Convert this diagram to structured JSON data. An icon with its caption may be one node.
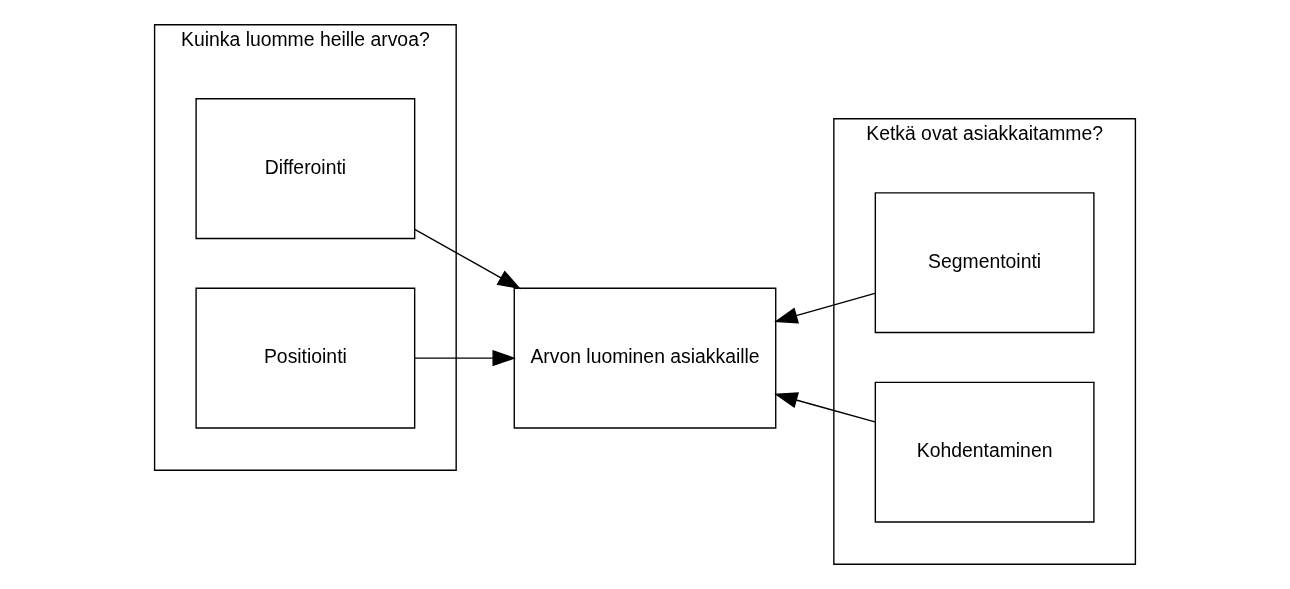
{
  "diagram": {
    "nodes": [
      {
        "text": [
          "Kuinka luomme heille arvoa?"
        ]
      },
      {
        "text": [
          "Differointi"
        ],
        "in": 0
      },
      {
        "text": [
          "Positiointi"
        ],
        "in": 0
      },
      {
        "text": [
          "Arvon luominen asiakkaille"
        ]
      },
      {
        "text": [
          "Ketkä ovat asiakkaitamme?"
        ]
      },
      {
        "text": [
          "Segmentointi"
        ],
        "in": 4
      },
      {
        "text": [
          "Kohdentaminen"
        ],
        "in": 4
      }
    ],
    "edges": [
      {
        "from": 1,
        "to": 3,
        "arrow": "to"
      },
      {
        "from": 2,
        "to": 3,
        "arrow": "to"
      },
      {
        "from": 5,
        "to": 3,
        "arrow": "to"
      },
      {
        "from": 6,
        "to": 3,
        "arrow": "to"
      }
    ]
  }
}
